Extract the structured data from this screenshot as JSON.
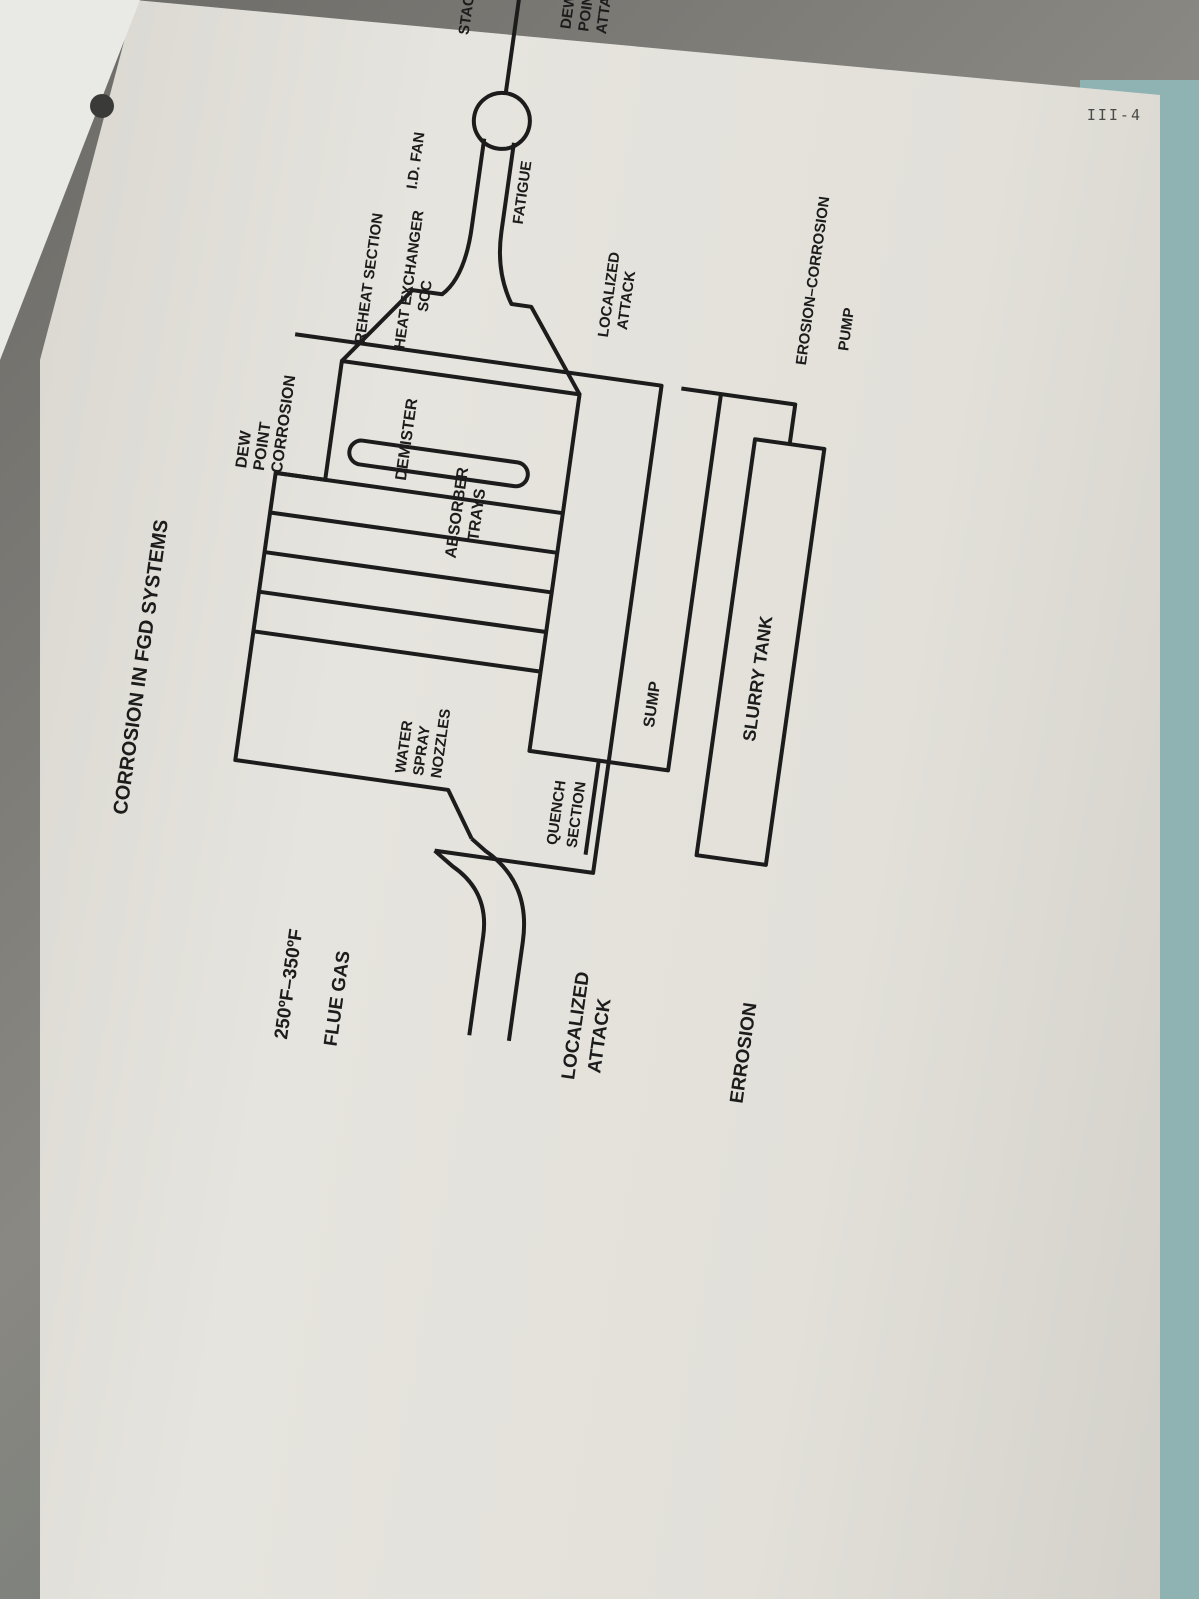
{
  "page": {
    "number": "III-4",
    "background_text": []
  },
  "diagram": {
    "title": "CORROSION IN FGD SYSTEMS",
    "labels": {
      "temperature": "250ºF–350ºF",
      "flue_gas": "FLUE GAS",
      "localized_attack_left": [
        "LOCALIZED",
        "ATTACK"
      ],
      "errosion": "ERROSION",
      "quench_section": [
        "QUENCH",
        "SECTION"
      ],
      "water_spray_nozzles": [
        "WATER",
        "SPRAY",
        "NOZZLES"
      ],
      "sump": "SUMP",
      "slurry_tank": "SLURRY TANK",
      "dew_point_corrosion": [
        "DEW",
        "POINT",
        "CORROSION"
      ],
      "demister": "DEMISTER",
      "absorber_trays": [
        "ABSORBER",
        "TRAYS"
      ],
      "reheat_section": "REHEAT SECTION",
      "heat_exchanger": [
        "HEAT EXCHANGER",
        "SCC"
      ],
      "localized_attack_right": [
        "LOCALIZED",
        "ATTACK"
      ],
      "erosion_corrosion": "EROSION–CORROSION",
      "pump": "PUMP",
      "fatigue": "FATIGUE",
      "id_fan": "I.D. FAN",
      "stack": "STACK",
      "dew_point_attack": [
        "DEW",
        "POINT",
        "ATTACK"
      ]
    }
  }
}
